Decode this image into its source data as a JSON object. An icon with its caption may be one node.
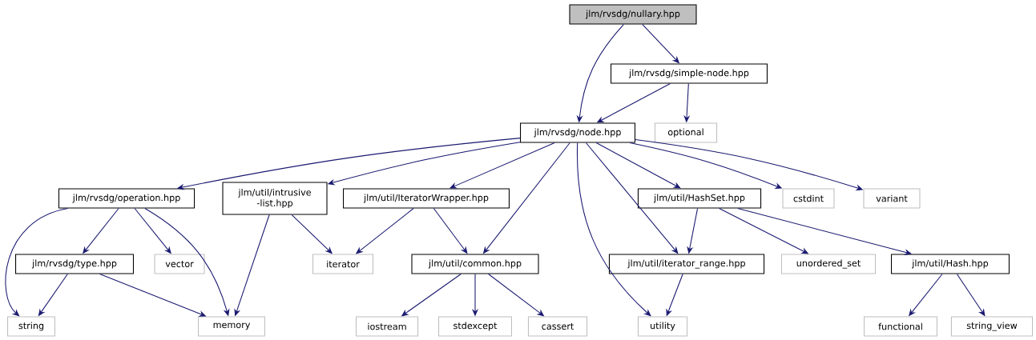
{
  "diagram": {
    "nodes": [
      {
        "text": [
          "jlm/rvsdg/nullary.hpp"
        ]
      },
      {
        "text": [
          "jlm/rvsdg/simple-node.hpp"
        ]
      },
      {
        "text": [
          "jlm/rvsdg/node.hpp"
        ]
      },
      {
        "text": [
          "optional"
        ]
      },
      {
        "text": [
          "jlm/rvsdg/operation.hpp"
        ]
      },
      {
        "text": [
          "jlm/util/intrusive -list.hpp"
        ]
      },
      {
        "text": [
          "jlm/util/IteratorWrapper.hpp"
        ]
      },
      {
        "text": [
          "jlm/util/HashSet.hpp"
        ]
      },
      {
        "text": [
          "cstdint"
        ]
      },
      {
        "text": [
          "variant"
        ]
      },
      {
        "text": [
          "jlm/rvsdg/type.hpp"
        ]
      },
      {
        "text": [
          "vector"
        ]
      },
      {
        "text": [
          "iterator"
        ]
      },
      {
        "text": [
          "jlm/util/common.hpp"
        ]
      },
      {
        "text": [
          "jlm/util/iterator_range.hpp"
        ]
      },
      {
        "text": [
          "unordered_set"
        ]
      },
      {
        "text": [
          "jlm/util/Hash.hpp"
        ]
      },
      {
        "text": [
          "string"
        ]
      },
      {
        "text": [
          "memory"
        ]
      },
      {
        "text": [
          "iostream"
        ]
      },
      {
        "text": [
          "stdexcept"
        ]
      },
      {
        "text": [
          "cassert"
        ]
      },
      {
        "text": [
          "utility"
        ]
      },
      {
        "text": [
          "functional"
        ]
      },
      {
        "text": [
          "string_view"
        ]
      }
    ],
    "edges": [
      {
        "from": 0,
        "to": 2,
        "arrow": "to"
      },
      {
        "from": 0,
        "to": 1,
        "arrow": "to"
      },
      {
        "from": 1,
        "to": 2,
        "arrow": "to"
      },
      {
        "from": 1,
        "to": 3,
        "arrow": "to"
      },
      {
        "from": 2,
        "to": 4,
        "arrow": "to"
      },
      {
        "from": 2,
        "to": 5,
        "arrow": "to"
      },
      {
        "from": 2,
        "to": 6,
        "arrow": "to"
      },
      {
        "from": 2,
        "to": 13,
        "arrow": "to"
      },
      {
        "from": 2,
        "to": 22,
        "arrow": "to"
      },
      {
        "from": 2,
        "to": 14,
        "arrow": "to"
      },
      {
        "from": 2,
        "to": 7,
        "arrow": "to"
      },
      {
        "from": 2,
        "to": 8,
        "arrow": "to"
      },
      {
        "from": 2,
        "to": 9,
        "arrow": "to"
      },
      {
        "from": 4,
        "to": 17,
        "arrow": "to"
      },
      {
        "from": 4,
        "to": 10,
        "arrow": "to"
      },
      {
        "from": 4,
        "to": 11,
        "arrow": "to"
      },
      {
        "from": 4,
        "to": 18,
        "arrow": "to"
      },
      {
        "from": 5,
        "to": 18,
        "arrow": "to"
      },
      {
        "from": 5,
        "to": 12,
        "arrow": "to"
      },
      {
        "from": 6,
        "to": 12,
        "arrow": "to"
      },
      {
        "from": 6,
        "to": 13,
        "arrow": "to"
      },
      {
        "from": 10,
        "to": 17,
        "arrow": "to"
      },
      {
        "from": 10,
        "to": 18,
        "arrow": "to"
      },
      {
        "from": 13,
        "to": 19,
        "arrow": "to"
      },
      {
        "from": 13,
        "to": 20,
        "arrow": "to"
      },
      {
        "from": 13,
        "to": 21,
        "arrow": "to"
      },
      {
        "from": 14,
        "to": 22,
        "arrow": "to"
      },
      {
        "from": 7,
        "to": 14,
        "arrow": "to"
      },
      {
        "from": 7,
        "to": 15,
        "arrow": "to"
      },
      {
        "from": 7,
        "to": 16,
        "arrow": "to"
      },
      {
        "from": 16,
        "to": 23,
        "arrow": "to"
      },
      {
        "from": 16,
        "to": 24,
        "arrow": "to"
      }
    ]
  }
}
